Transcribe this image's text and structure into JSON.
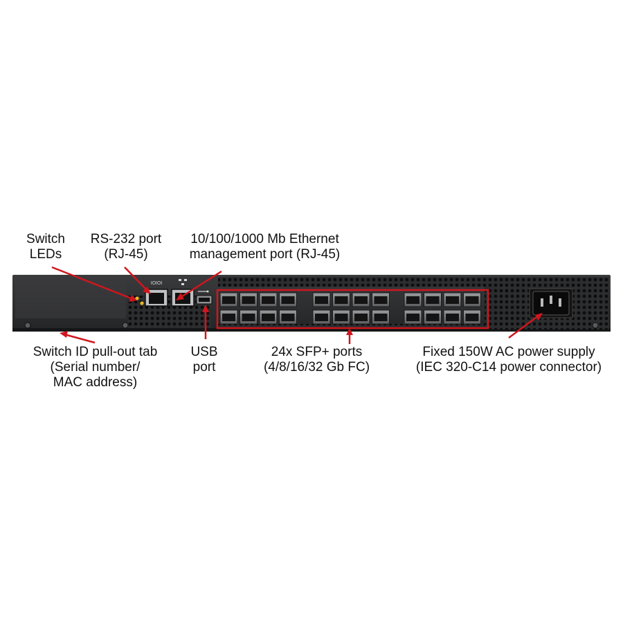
{
  "labels": {
    "switch_leds": [
      "Switch",
      "LEDs"
    ],
    "rs232": [
      "RS-232 port",
      "(RJ-45)"
    ],
    "ethernet": [
      "10/100/1000 Mb Ethernet",
      "management port (RJ-45)"
    ],
    "switch_id": [
      "Switch ID pull-out tab",
      "(Serial number/",
      "MAC address)"
    ],
    "usb": [
      "USB",
      "port"
    ],
    "sfp": [
      "24x SFP+ ports",
      "(4/8/16/32 Gb FC)"
    ],
    "power": [
      "Fixed 150W AC power supply",
      "(IEC 320-C14 power connector)"
    ]
  },
  "device": {
    "port_icon_serial": "IOIOI",
    "port_icon_ethernet": "network-icon",
    "usb_icon": "usb-icon"
  },
  "colors": {
    "chassis": "#2a2b2d",
    "chassis_dark": "#1b1c1e",
    "port_cage": "#6d6e70",
    "highlight": "#d0161d",
    "arrow": "#d0161d",
    "led": "#e8b52a"
  }
}
